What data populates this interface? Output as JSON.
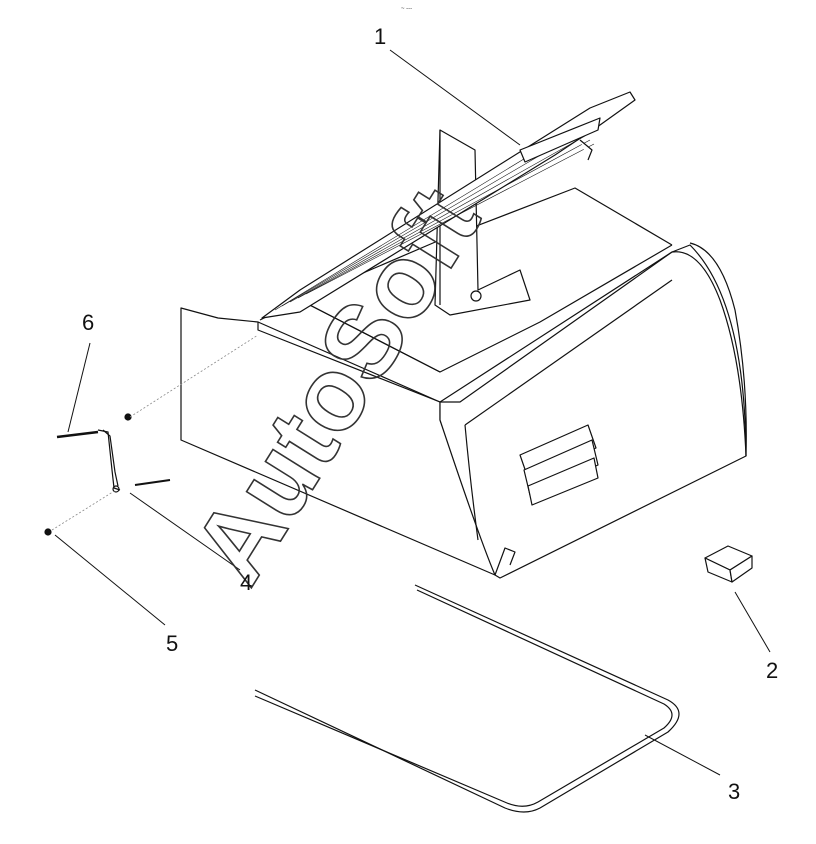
{
  "diagram": {
    "top_mark": "~ ---",
    "callouts": [
      {
        "id": "1",
        "label": "1"
      },
      {
        "id": "2",
        "label": "2"
      },
      {
        "id": "3",
        "label": "3"
      },
      {
        "id": "4",
        "label": "4"
      },
      {
        "id": "5",
        "label": "5"
      },
      {
        "id": "6",
        "label": "6"
      }
    ],
    "watermark": "AutoSoft",
    "colors": {
      "line": "#111111",
      "thin_line": "#555555",
      "watermark_stroke": "#333333",
      "background": "#ffffff"
    }
  }
}
